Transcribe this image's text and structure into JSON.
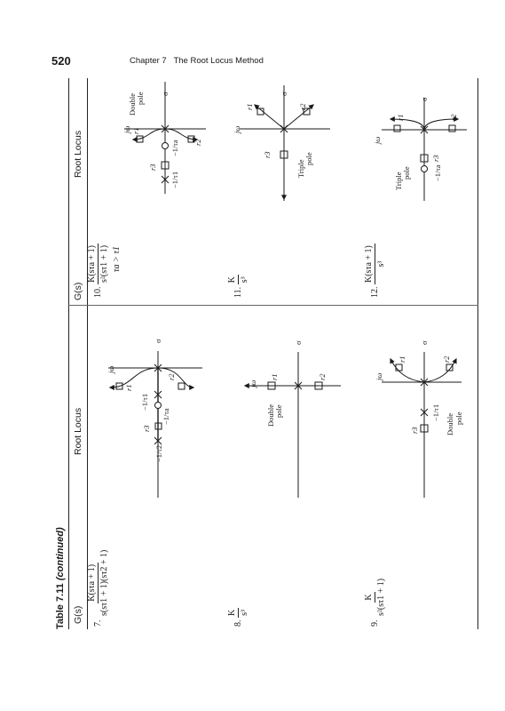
{
  "header": {
    "page_number": "520",
    "running_head": "Chapter 7   The Root Locus Method"
  },
  "table": {
    "title": "Table 7.11",
    "title_cont": "(continued)",
    "col_gs": "G(s)",
    "col_root_locus": "Root Locus"
  },
  "entries": {
    "e7": {
      "index": "7.",
      "num": "K(sτa + 1)",
      "den": "s(sτ1 + 1)(sτ2 + 1)"
    },
    "e8": {
      "index": "8.",
      "num": "K",
      "den": "s³"
    },
    "e9": {
      "index": "9.",
      "num": "K",
      "den": "s²(sτ1 + 1)"
    },
    "e10": {
      "index": "10.",
      "num": "K(sτa + 1)",
      "den": "s²(sτ1 + 1)",
      "condition": "τa > τ1"
    },
    "e11": {
      "index": "11.",
      "num": "K",
      "den": "s³"
    },
    "e12": {
      "index": "12.",
      "num": "K(sτa + 1)",
      "den": "s³"
    }
  },
  "plot_labels": {
    "sigma": "σ",
    "jw": "jω",
    "r1": "r1",
    "r2": "r2",
    "r3": "r3",
    "minus_inv_tau_a": "−1/τa",
    "minus_inv_tau_1": "−1/τ1",
    "minus_inv_tau_2": "−1/τ2",
    "double": "Double",
    "triple": "Triple",
    "pole": "pole"
  }
}
